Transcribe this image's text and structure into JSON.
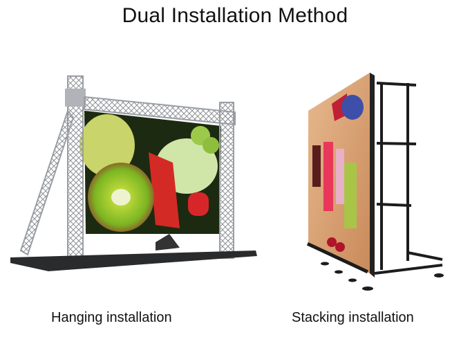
{
  "header": {
    "title": "Dual Installation Method"
  },
  "panels": [
    {
      "caption": "Hanging installation",
      "illustration": "truss-hanging-led-screen",
      "screen_content": "fruit (kiwi, strawberry, apple, grapes)"
    },
    {
      "caption": "Stacking installation",
      "illustration": "ground-stacking-led-screen",
      "screen_content": "fruit smoothies and berries"
    }
  ],
  "colors": {
    "text": "#111111",
    "background": "#ffffff",
    "truss": "#9a9ea3",
    "frame": "#1c1c1c"
  }
}
